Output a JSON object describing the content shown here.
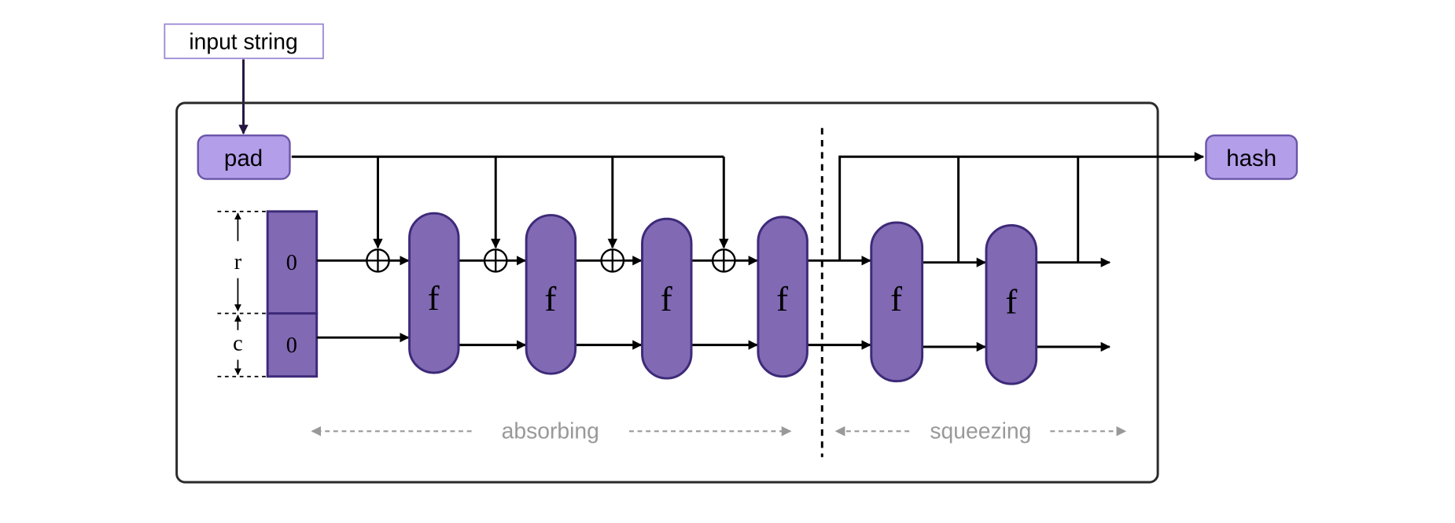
{
  "input": {
    "label": "input string"
  },
  "pad": {
    "label": "pad"
  },
  "hash": {
    "label": "hash"
  },
  "state": {
    "rate_label": "r",
    "capacity_label": "c",
    "rate_value": "0",
    "capacity_value": "0"
  },
  "function_label": "f",
  "phases": {
    "absorbing": "absorbing",
    "squeezing": "squeezing"
  },
  "colors": {
    "f_fill": "#8169b4",
    "f_stroke": "#3d2a78",
    "pad_fill": "#b39eea",
    "pad_stroke": "#6a55a8",
    "input_stroke": "#9a86d4",
    "phase_text": "#999999"
  }
}
